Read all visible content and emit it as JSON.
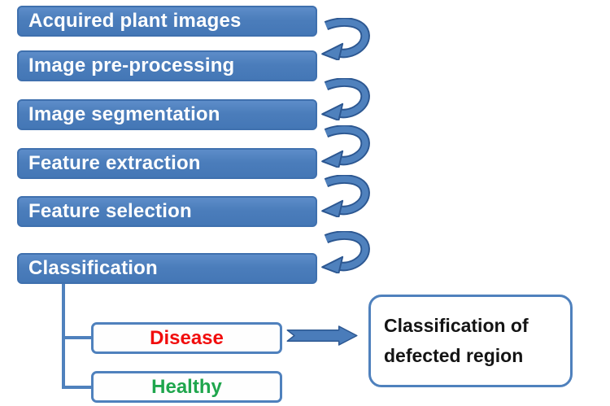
{
  "figure": {
    "steps": [
      "Acquired plant images",
      "Image pre-processing",
      "Image segmentation",
      "Feature extraction",
      "Feature selection",
      "Classification"
    ],
    "outcomes": {
      "disease": {
        "label": "Disease",
        "color": "#F10D0D"
      },
      "healthy": {
        "label": "Healthy",
        "color": "#1FA64D"
      }
    },
    "result_box": {
      "line1": "Classification of",
      "line2": "defected region"
    },
    "colors": {
      "bar_fill": "#4B7DBB",
      "bar_border": "#3F70AE",
      "bar_text": "#FFFFFF",
      "arrow_fill": "#4F81BD",
      "arrow_outline": "#2C5791",
      "connector": "#4F81BD",
      "box_border": "#4F81BD",
      "result_text": "#141414"
    }
  }
}
